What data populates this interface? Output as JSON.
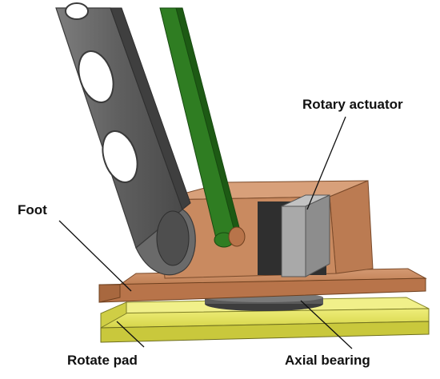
{
  "labels": {
    "rotary_actuator": "Rotary actuator",
    "foot": "Foot",
    "rotate_pad": "Rotate pad",
    "axial_bearing": "Axial bearing"
  },
  "colors": {
    "leg_link": "#5c5c5c",
    "green_link": "#2f7d22",
    "foot_copper": "#c6865a",
    "actuator_gray": "#a9a9a9",
    "rotate_pad_yellow": "#e3e25c",
    "bearing_dark": "#4a4a4a"
  }
}
